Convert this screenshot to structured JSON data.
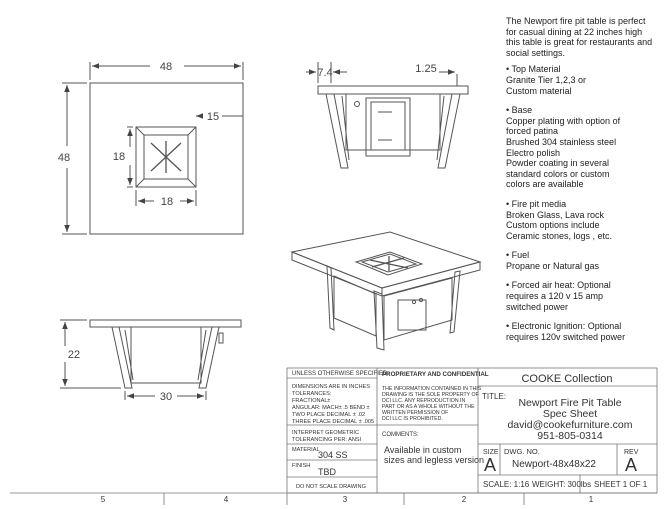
{
  "dimensions": {
    "top_width": "48",
    "top_height": "48",
    "inset_offset": "15",
    "burner_height": "18",
    "burner_width": "18",
    "front_base_offset": "7.4",
    "front_top_thickness": "1.25",
    "side_height": "22",
    "side_base_width": "30"
  },
  "notes": {
    "intro": "The Newport fire pit table is perfect for casual dining at 22 inches high this table is great for restaurants and social settings.",
    "sections": [
      {
        "title": "• Top Material",
        "lines": [
          "Granite Tier 1,2,3 or",
          "Custom material"
        ]
      },
      {
        "title": "• Base",
        "lines": [
          "Copper plating with option of",
          "forced patina",
          "Brushed 304 stainless steel",
          "Electro polish",
          "Powder coating in several",
          "standard colors or custom",
          "colors are available"
        ]
      },
      {
        "title": "• Fire pit media",
        "lines": [
          "Broken Glass, Lava rock",
          "Custom options include",
          "Ceramic stones, logs , etc."
        ]
      },
      {
        "title": "• Fuel",
        "lines": [
          "Propane or Natural gas"
        ]
      },
      {
        "title": "• Forced air heat: Optional",
        "lines": [
          "requires a 120 v 15 amp",
          "switched power"
        ]
      },
      {
        "title": "• Electronic Ignition: Optional",
        "lines": [
          "requires 120v switched power"
        ]
      }
    ]
  },
  "title_block": {
    "unless_specified": "UNLESS OTHERWISE SPECIFIED:",
    "tolerances": [
      "DIMENSIONS ARE IN INCHES",
      "TOLERANCES:",
      "FRACTIONAL±",
      "ANGULAR: MACH± .5  BEND ±",
      "TWO PLACE DECIMAL    ± .02",
      "THREE PLACE DECIMAL   ± .005"
    ],
    "geometric": "INTERPRET GEOMETRIC",
    "geometric2": "TOLERANCING PER: ANSI",
    "material_label": "MATERIAL",
    "material_value": "304 SS",
    "finish_label": "FINISH",
    "finish_value": "TBD",
    "do_not_scale": "DO NOT SCALE DRAWING",
    "proprietary": "PROPRIETARY AND CONFIDENTIAL",
    "prop_text": [
      "THE INFORMATION CONTAINED IN THIS",
      "DRAWING IS THE SOLE PROPERTY OF",
      "DCI LLC.  ANY REPRODUCTION IN",
      "PART OR AS A WHOLE WITHOUT THE",
      "WRITTEN PERMISSION OF",
      "DCI LLC IS PROHIBITED."
    ],
    "comments_label": "COMMENTS:",
    "comments": [
      "Available in custom",
      "sizes and legless version"
    ],
    "company": "COOKE Collection",
    "title_label": "TITLE:",
    "title_lines": [
      "Newport Fire Pit Table",
      "Spec Sheet",
      "david@cookefurniture.com",
      "951-805-0314"
    ],
    "size_label": "SIZE",
    "size_value": "A",
    "dwg_label": "DWG.  NO.",
    "dwg_value": "Newport-48x48x22",
    "rev_label": "REV",
    "rev_value": "A",
    "scale": "SCALE: 1:16",
    "weight": "WEIGHT: 300lbs",
    "sheet": "SHEET 1 OF 1"
  },
  "zones": [
    "5",
    "4",
    "3",
    "2",
    "1"
  ]
}
